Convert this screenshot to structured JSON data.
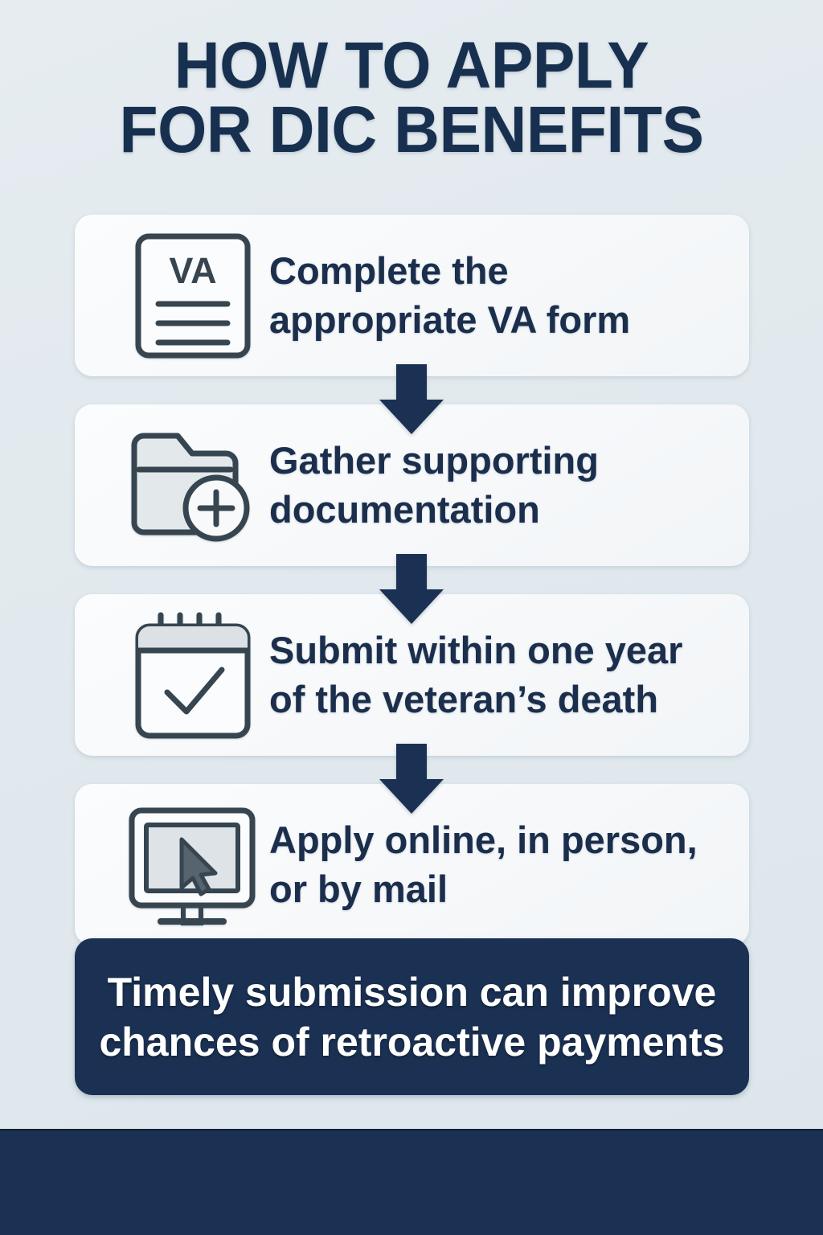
{
  "title": {
    "line1": "HOW TO APPLY",
    "line2": "FOR DIC BENEFITS"
  },
  "steps": [
    {
      "icon": "va-form-document-icon",
      "icon_label": "VA",
      "text": "Complete the appropriate VA form"
    },
    {
      "icon": "folder-add-icon",
      "text": "Gather supporting documentation"
    },
    {
      "icon": "calendar-check-icon",
      "text": "Submit within one year of the veteran’s death"
    },
    {
      "icon": "monitor-cursor-icon",
      "text": "Apply online, in person, or by mail"
    }
  ],
  "connectors": [
    {
      "icon": "arrow-down-icon"
    },
    {
      "icon": "arrow-down-icon"
    },
    {
      "icon": "arrow-down-icon"
    }
  ],
  "banner": {
    "text": "Timely submission can improve chances of retroactive payments"
  },
  "colors": {
    "navy": "#1b3153",
    "text_navy": "#1b2e4c",
    "title_navy": "#18304f",
    "icon_stroke": "#36454f",
    "card_bg": "#f7f9fb",
    "page_bg": "#e3eaee"
  }
}
